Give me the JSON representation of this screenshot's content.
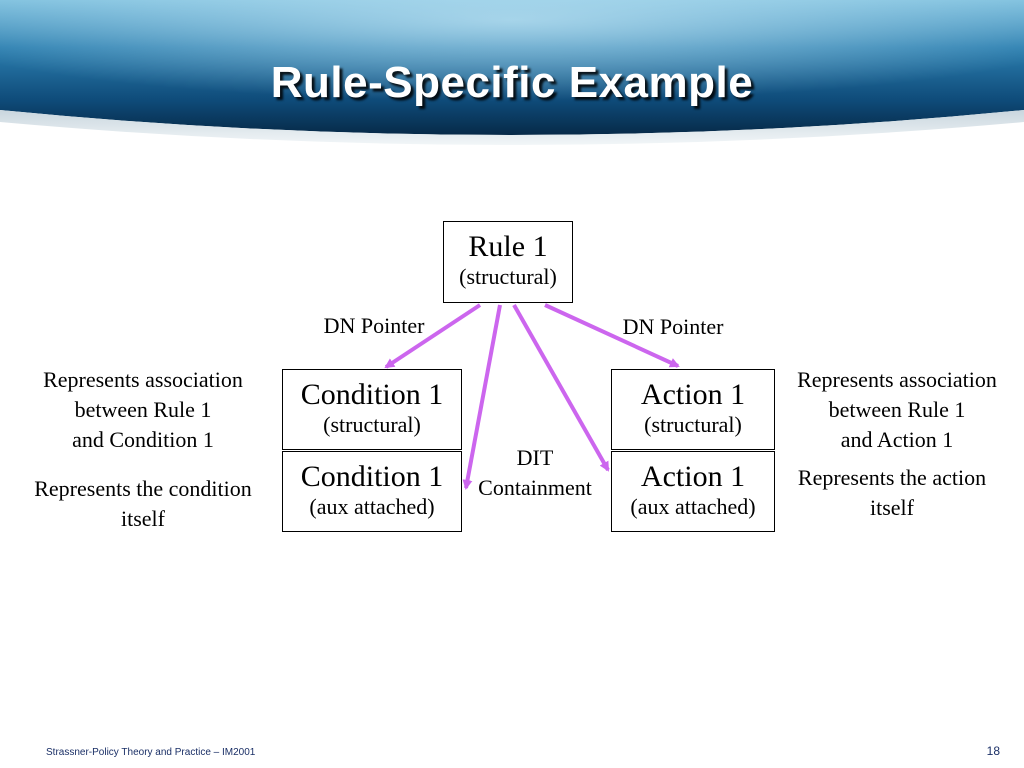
{
  "slide": {
    "title": "Rule-Specific Example",
    "footer": "Strassner-Policy Theory and Practice – IM2001",
    "page_number": "18"
  },
  "diagram": {
    "rule": {
      "main": "Rule 1",
      "sub": "(structural)"
    },
    "condition_structural": {
      "main": "Condition 1",
      "sub": "(structural)"
    },
    "condition_aux": {
      "main": "Condition 1",
      "sub": "(aux attached)"
    },
    "action_structural": {
      "main": "Action 1",
      "sub": "(structural)"
    },
    "action_aux": {
      "main": "Action 1",
      "sub": "(aux attached)"
    },
    "edge_labels": {
      "dn_pointer_left": "DN Pointer",
      "dn_pointer_right": "DN Pointer",
      "dit_containment": "DIT\nContainment"
    },
    "descriptions": {
      "condition_association": "Represents association\nbetween Rule 1\nand Condition 1",
      "condition_itself": "Represents the condition\nitself",
      "action_association": "Represents association\nbetween Rule 1\nand Action 1",
      "action_itself": "Represents the action\nitself"
    }
  },
  "colors": {
    "arrow": "#cc66ee",
    "banner_dark": "#0a3050",
    "banner_mid": "#2a7aa8",
    "banner_light": "#8cc8e4"
  }
}
